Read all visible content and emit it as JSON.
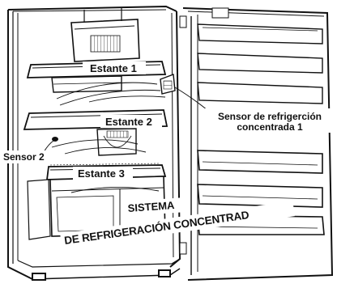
{
  "shelves": [
    {
      "label": "Estante 1"
    },
    {
      "label": "Estante 2"
    },
    {
      "label": "Estante 3"
    }
  ],
  "callouts": {
    "sensor1_line1": "Sensor de refrigerción",
    "sensor1_line2": "concentrada 1",
    "sensor2": "Sensor 2"
  },
  "system_label": {
    "line1": "SISTEMA",
    "line2": "DE REFRIGERACIÓN CONCENTRAD"
  },
  "colors": {
    "stroke": "#111111",
    "background": "#ffffff",
    "shade": "#bdbdbd"
  }
}
